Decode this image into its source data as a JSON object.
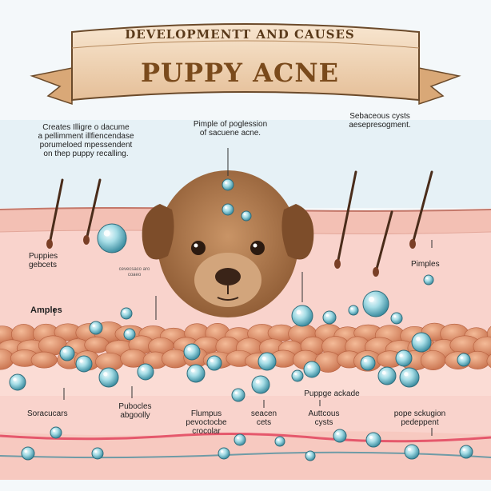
{
  "banner": {
    "subtitle": "DEVELOPMENTT AND CAUSES",
    "title": "PUPPY ACNE"
  },
  "annotations": {
    "top_left": "Creates Illigre o dacume\na pellimment illfiencendase\nporumeloed mpessendent\non thep puppy recalling.",
    "top_center": "Pimple of poglession\nof sacuene acne.",
    "top_right": "Sebaceous cysts\naesepresogment.",
    "puppies_gebcets": "Puppies\ngebcets",
    "small_label": "cevecsaco aro\ncoaeo",
    "amples": "Amples",
    "pimples": "Pimples",
    "soracucars": "Soracucars",
    "pubocles": "Pubocles\nabgoolly",
    "flumpus": "Flumpus\npevoctocbe\ncrocolar",
    "seacen": "seacen\ncets",
    "auttcous": "Auttcous\ncysts",
    "puppe_ackade": "Puppge ackade",
    "pope": "pope sckugion\npedeppent"
  },
  "colors": {
    "skin": "#f9d3cc",
    "skin_top": "#f3c2b8",
    "fat_cells": "#e39a78",
    "cyst": "#8fd0dc",
    "banner": "#f0d2b4",
    "puppy": "#b07a4e",
    "vessel": "#e5586c"
  },
  "icons": [
    "puppy-face-icon",
    "hair-follicle-icon",
    "cyst-bubble-icon",
    "ribbon-banner-icon"
  ]
}
